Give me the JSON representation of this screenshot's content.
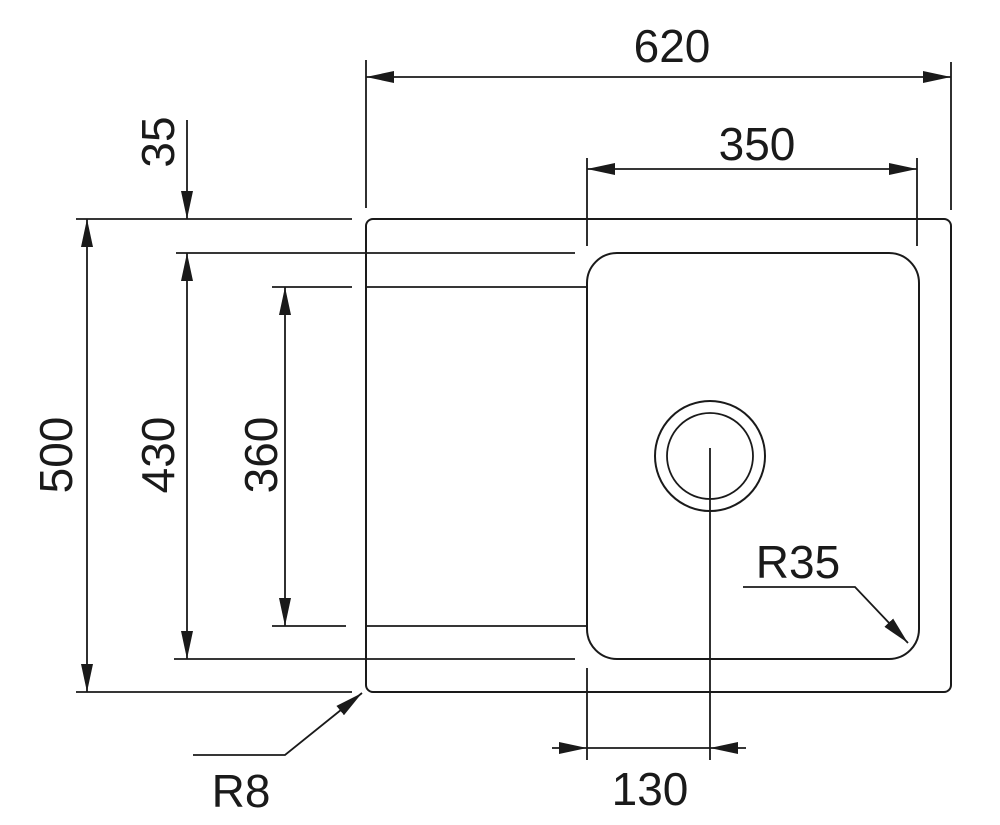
{
  "dimensions": {
    "overall_width": "620",
    "bowl_width": "350",
    "rim_offset": "35",
    "overall_depth": "500",
    "bowl_depth": "430",
    "drainer_depth": "360",
    "bowl_corner_radius": "R35",
    "outer_corner_radius": "R8",
    "drain_offset": "130"
  },
  "colors": {
    "line": "#1a1a1a",
    "background": "#ffffff"
  }
}
